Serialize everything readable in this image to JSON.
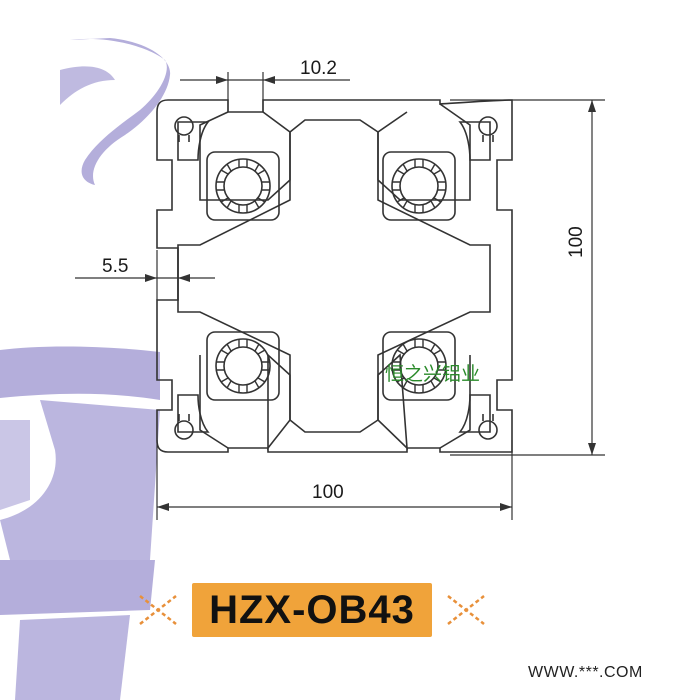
{
  "drawing": {
    "dimensions": {
      "slot_width": "10.2",
      "slot_depth": "5.5",
      "height": "100",
      "width": "100"
    },
    "model_code": "HZX-OB43",
    "brand_watermark": "恒之兴铝业",
    "site_url": "WWW.***.COM"
  },
  "colors": {
    "line": "#333333",
    "label_bg": "#f0a33a",
    "star_ornament": "#e8903a",
    "watermark_green": "#2a8a2a",
    "background_logo": "#b4aedb"
  }
}
